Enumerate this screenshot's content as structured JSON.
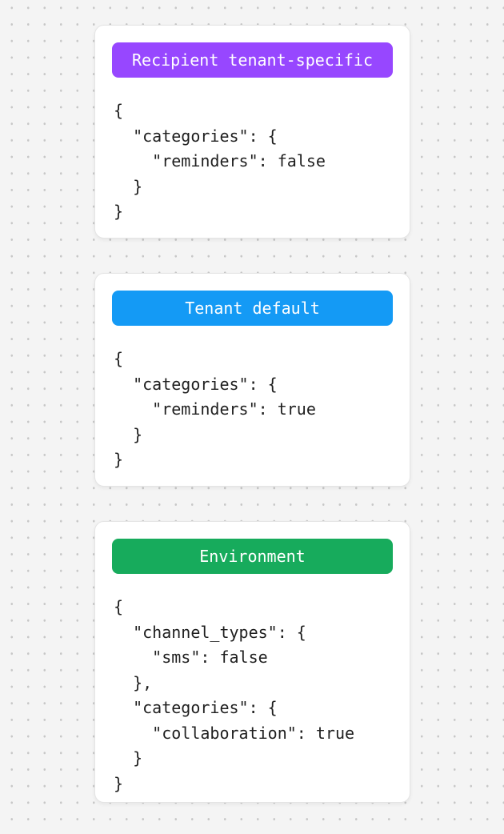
{
  "canvas": {
    "background_color": "#f4f4f4",
    "dot_color": "#c7c7c7"
  },
  "text_color": "#1f1f1f",
  "cards": [
    {
      "badge": {
        "label": "Recipient tenant-specific",
        "color": "#9747ff"
      },
      "code": "{\n  \"categories\": {\n    \"reminders\": false\n  }\n}"
    },
    {
      "badge": {
        "label": "Tenant default",
        "color": "#149af5"
      },
      "code": "{\n  \"categories\": {\n    \"reminders\": true\n  }\n}"
    },
    {
      "badge": {
        "label": "Environment",
        "color": "#17ab5c"
      },
      "code": "{\n  \"channel_types\": {\n    \"sms\": false\n  },\n  \"categories\": {\n    \"collaboration\": true\n  }\n}"
    }
  ]
}
